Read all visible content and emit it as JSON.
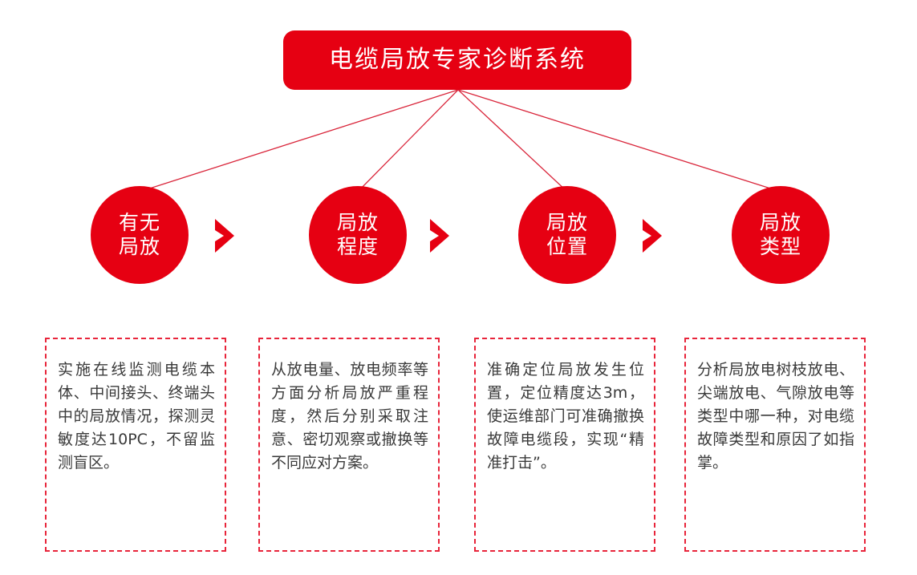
{
  "colors": {
    "brand_red": "#E60012",
    "dashed_border_red": "#E8243A",
    "connector_line_red": "#D9253A",
    "body_text_gray": "#3a3a3a",
    "banner_text_white": "#ffffff",
    "page_background": "#ffffff"
  },
  "title": {
    "text": "电缆局放专家诊断系统"
  },
  "stages": [
    {
      "line1": "有无",
      "line2": "局放"
    },
    {
      "line1": "局放",
      "line2": "程度"
    },
    {
      "line1": "局放",
      "line2": "位置"
    },
    {
      "line1": "局放",
      "line2": "类型"
    }
  ],
  "separators": [
    {
      "glyph": "chevron-right"
    },
    {
      "glyph": "chevron-right"
    },
    {
      "glyph": "chevron-right"
    }
  ],
  "descriptions": [
    {
      "text": "实施在线监测电缆本体、中间接头、终端头中的局放情况，探测灵敏度达10PC，不留监测盲区。"
    },
    {
      "text": "从放电量、放电频率等方面分析局放严重程度，然后分别采取注意、密切观察或撤换等不同应对方案。"
    },
    {
      "text": "准确定位局放发生位置，定位精度达3m，使运维部门可准确撤换故障电缆段，实现“精准打击”。"
    },
    {
      "text": "分析局放电树枝放电、尖端放电、气隙放电等类型中哪一种，对电缆故障类型和原因了如指掌。"
    }
  ]
}
